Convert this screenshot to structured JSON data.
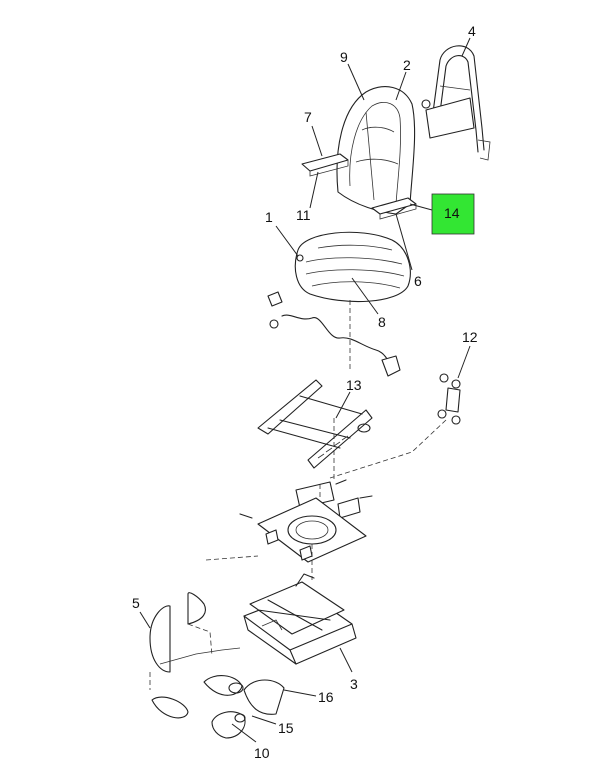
{
  "callouts": [
    {
      "id": "1",
      "label": "1",
      "highlighted": false
    },
    {
      "id": "2",
      "label": "2",
      "highlighted": false
    },
    {
      "id": "3",
      "label": "3",
      "highlighted": false
    },
    {
      "id": "4",
      "label": "4",
      "highlighted": false
    },
    {
      "id": "5",
      "label": "5",
      "highlighted": false
    },
    {
      "id": "6",
      "label": "6",
      "highlighted": false
    },
    {
      "id": "7",
      "label": "7",
      "highlighted": false
    },
    {
      "id": "8",
      "label": "8",
      "highlighted": false
    },
    {
      "id": "9",
      "label": "9",
      "highlighted": false
    },
    {
      "id": "10",
      "label": "10",
      "highlighted": false
    },
    {
      "id": "11",
      "label": "11",
      "highlighted": false
    },
    {
      "id": "12",
      "label": "12",
      "highlighted": false
    },
    {
      "id": "13",
      "label": "13",
      "highlighted": false
    },
    {
      "id": "14",
      "label": "14",
      "highlighted": true
    },
    {
      "id": "15",
      "label": "15",
      "highlighted": false
    },
    {
      "id": "16",
      "label": "16",
      "highlighted": false
    }
  ],
  "colors": {
    "highlight": "#33e633",
    "line": "#222222",
    "background": "#ffffff"
  }
}
